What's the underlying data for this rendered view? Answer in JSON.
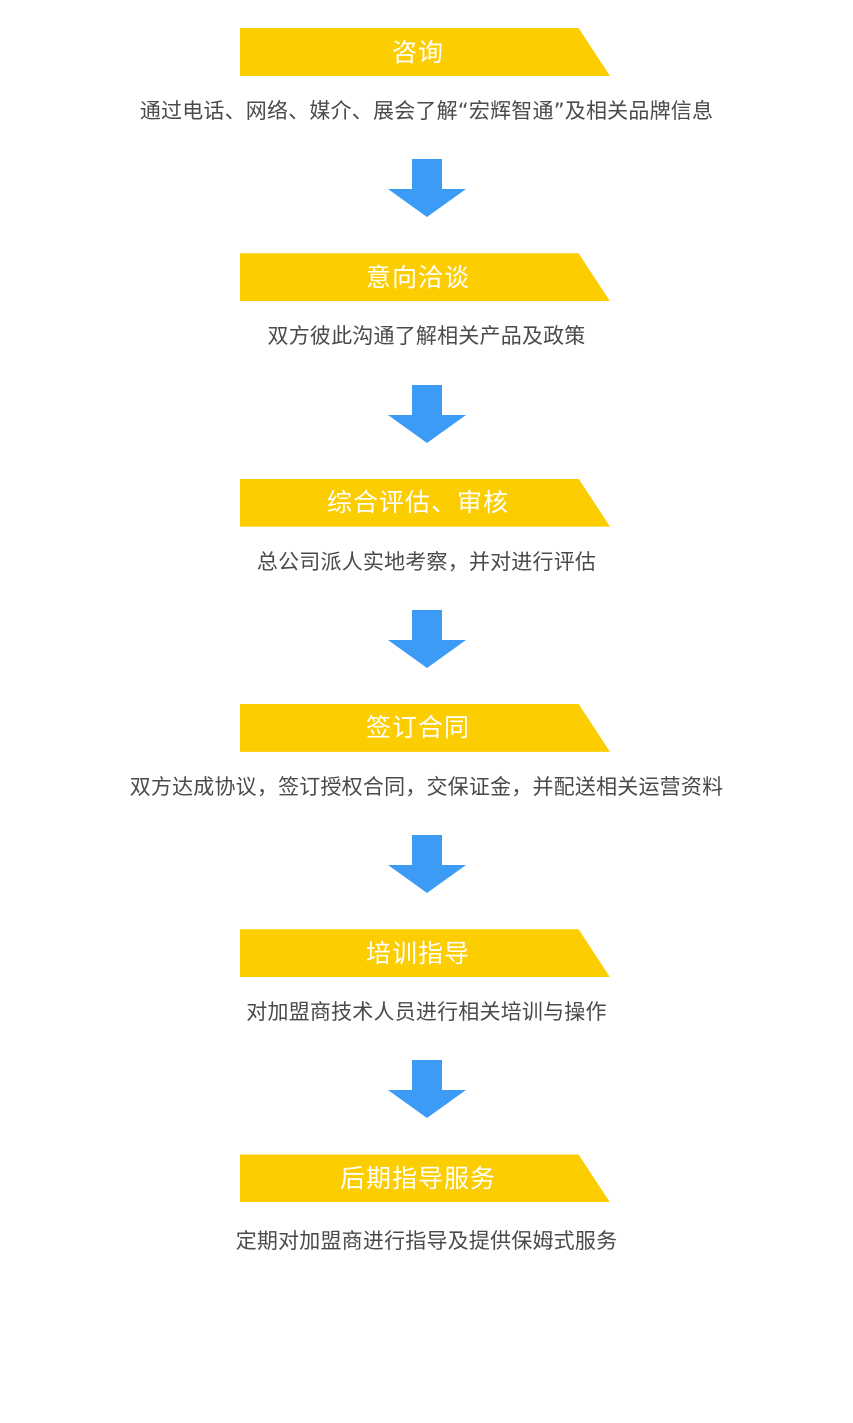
{
  "theme": {
    "banner_color": "#fccd00",
    "banner_text_color": "#ffffff",
    "arrow_color": "#3c9bf5",
    "body_text_color": "#4a4a4a",
    "background_color": "#ffffff"
  },
  "flow": {
    "type": "vertical-process-flow",
    "connector_icon": "down-arrow-icon",
    "steps": [
      {
        "index": 1,
        "title": "咨询",
        "description": "通过电话、网络、媒介、展会了解“宏辉智通”及相关品牌信息"
      },
      {
        "index": 2,
        "title": "意向洽谈",
        "description": "双方彼此沟通了解相关产品及政策"
      },
      {
        "index": 3,
        "title": "综合评估、审核",
        "description": "总公司派人实地考察，并对进行评估"
      },
      {
        "index": 4,
        "title": "签订合同",
        "description": "双方达成协议，签订授权合同，交保证金，并配送相关运营资料"
      },
      {
        "index": 5,
        "title": "培训指导",
        "description": "对加盟商技术人员进行相关培训与操作"
      },
      {
        "index": 6,
        "title": "后期指导服务",
        "description": "定期对加盟商进行指导及提供保姆式服务"
      }
    ]
  }
}
